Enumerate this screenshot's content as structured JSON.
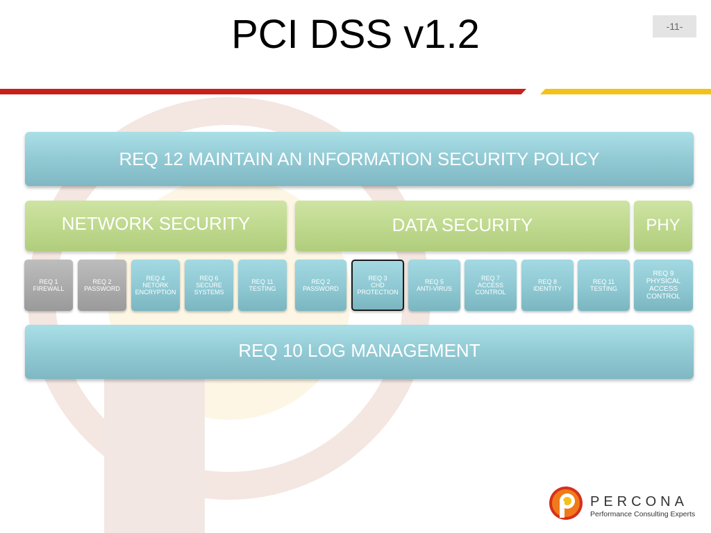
{
  "slide": {
    "title": "PCI DSS v1.2",
    "number": "-11-"
  },
  "bands": {
    "top": "REQ 12 MAINTAIN AN INFORMATION SECURITY POLICY",
    "bottom": "REQ 10 LOG MANAGEMENT"
  },
  "groups": {
    "network": "NETWORK SECURITY",
    "data": "DATA SECURITY",
    "physical": "PHY"
  },
  "requirements": [
    {
      "l1": "REQ 1",
      "l2": "FIREWALL",
      "l3": "",
      "l4": ""
    },
    {
      "l1": "REQ 2",
      "l2": "PASSWORD",
      "l3": "",
      "l4": ""
    },
    {
      "l1": "REQ 4",
      "l2": "NETORK",
      "l3": "ENCRYPTION",
      "l4": ""
    },
    {
      "l1": "REQ 6",
      "l2": "SECURE",
      "l3": "SYSTEMS",
      "l4": ""
    },
    {
      "l1": "REQ 11",
      "l2": "TESTING",
      "l3": "",
      "l4": ""
    },
    {
      "l1": "REQ 2",
      "l2": "PASSWORD",
      "l3": "",
      "l4": ""
    },
    {
      "l1": "REQ 3",
      "l2": "CHD",
      "l3": "PROTECTION",
      "l4": ""
    },
    {
      "l1": "REQ 5",
      "l2": "ANTI-VIRUS",
      "l3": "",
      "l4": ""
    },
    {
      "l1": "REQ 7",
      "l2": "ACCESS",
      "l3": "CONTROL",
      "l4": ""
    },
    {
      "l1": "REQ 8",
      "l2": "IDENTITY",
      "l3": "",
      "l4": ""
    },
    {
      "l1": "REQ 11",
      "l2": "TESTING",
      "l3": "",
      "l4": ""
    },
    {
      "l1": "REQ 9",
      "l2": "PHYSICAL",
      "l3": "ACCESS",
      "l4": "CONTROL"
    }
  ],
  "logo": {
    "word": "PERCONA",
    "tagline": "Performance Consulting Experts"
  },
  "colors": {
    "accent_red": "#c8201a",
    "accent_gold": "#f2c21b",
    "teal": "#94ccd6",
    "green": "#bfd98e",
    "gray": "#aaaaaa"
  }
}
